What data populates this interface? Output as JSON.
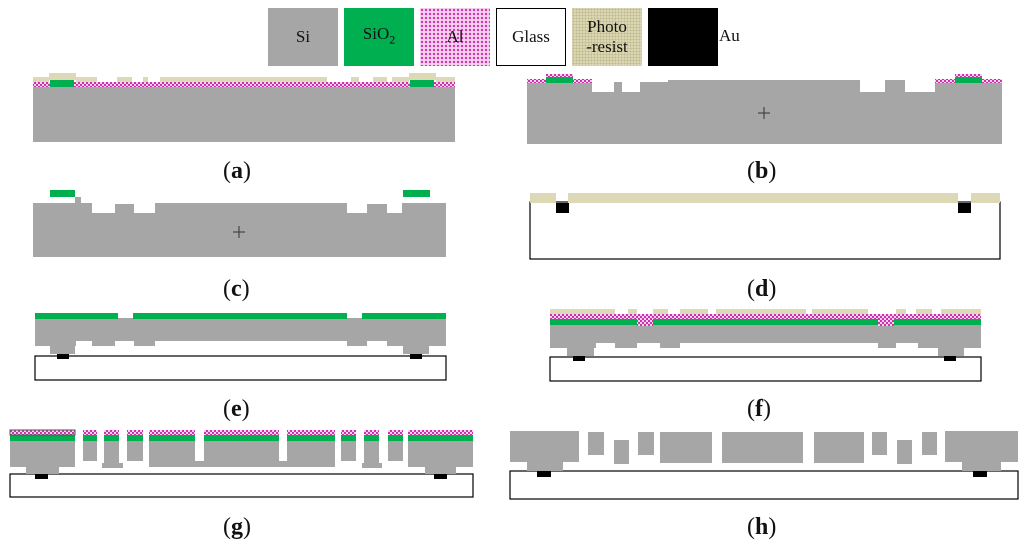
{
  "legend": {
    "si": "Si",
    "sio2_main": "SiO",
    "sio2_sub": "2",
    "al": "Al",
    "glass": "Glass",
    "photoresist_line1": "Photo",
    "photoresist_line2": "-resist",
    "au": "Au"
  },
  "captions": {
    "a": "a",
    "b": "b",
    "c": "c",
    "d": "d",
    "e": "e",
    "f": "f",
    "g": "g",
    "h": "h"
  },
  "colors": {
    "si": "#a6a6a6",
    "sio2": "#00b050",
    "al": "#e9a6de",
    "glass": "#ffffff",
    "photoresist": "#ddd9b6",
    "au": "#000000"
  }
}
